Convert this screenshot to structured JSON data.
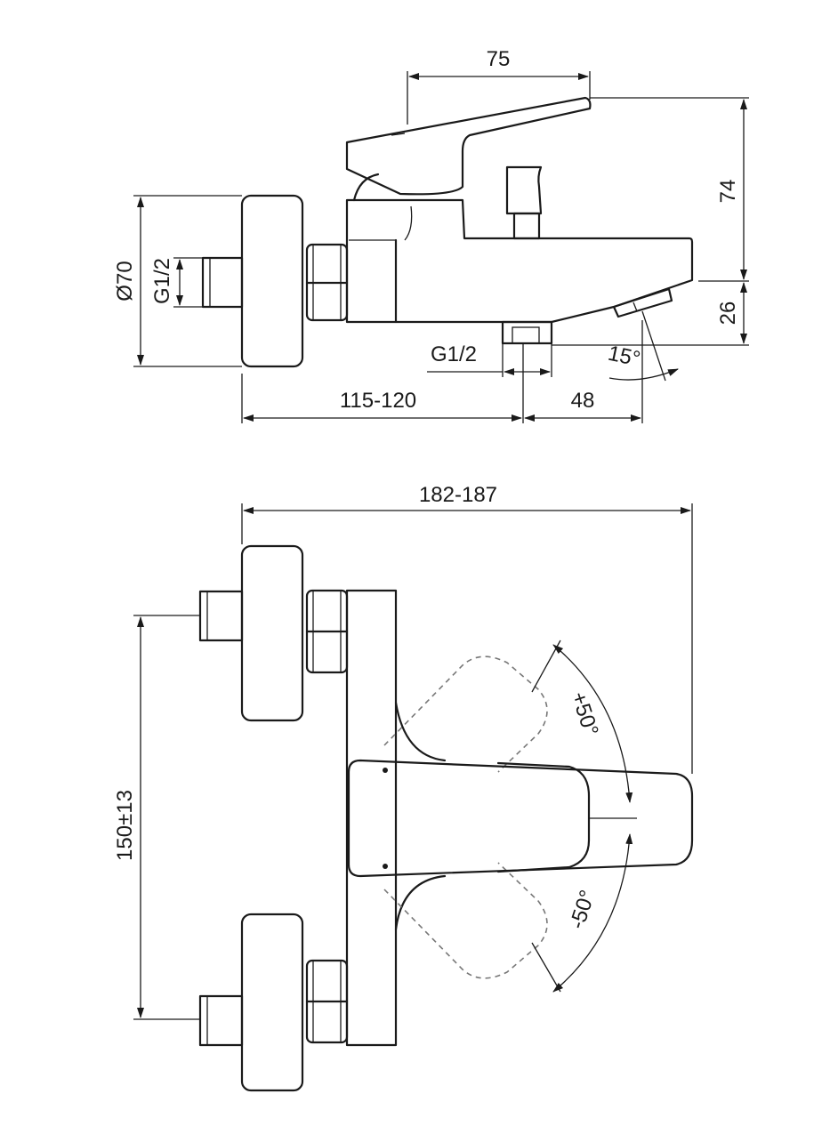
{
  "side_view": {
    "dim_lever_length": "75",
    "dim_height_top": "74",
    "dim_height_spout": "26",
    "dim_flange_diameter": "Ø70",
    "dim_inlet_thread": "G1/2",
    "dim_outlet_thread": "G1/2",
    "dim_spout_angle": "15°",
    "dim_projection": "115-120",
    "dim_spout_offset": "48"
  },
  "top_view": {
    "dim_overall_width": "182-187",
    "dim_inlet_spacing": "150±13",
    "dim_rotation_plus": "+50°",
    "dim_rotation_minus": "-50°"
  }
}
